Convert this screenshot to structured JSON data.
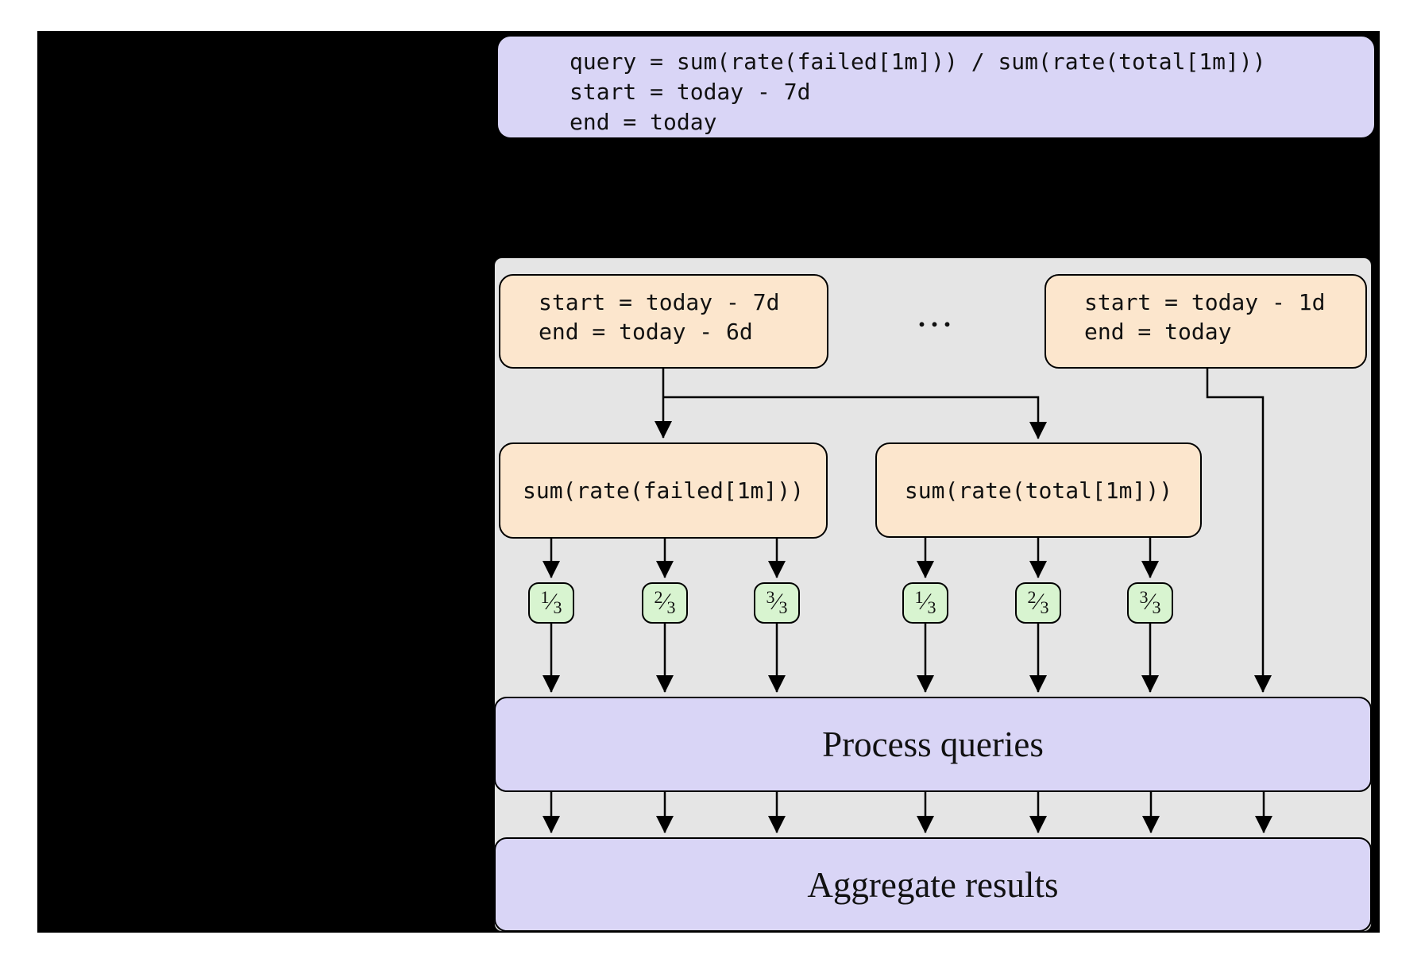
{
  "colors": {
    "backdrop": "#000000",
    "panel_bg": "#e5e5e5",
    "lavender": "#d9d5f6",
    "peach": "#fce6cd",
    "green": "#d8f4d0",
    "border": "#000000"
  },
  "code_box": {
    "lines": [
      "query = sum(rate(failed[1m])) / sum(rate(total[1m]))",
      "start = today - 7d",
      "end = today"
    ]
  },
  "panel": {
    "split_boxes": [
      {
        "lines": [
          "start = today - 7d",
          "end = today - 6d"
        ]
      },
      {
        "lines": [
          "start = today - 1d",
          "end = today"
        ]
      }
    ],
    "ellipsis": "...",
    "shard_boxes": [
      {
        "label": "sum(rate(failed[1m]))"
      },
      {
        "label": "sum(rate(total[1m]))"
      }
    ],
    "chips": [
      {
        "numerator": "1",
        "denominator": "3"
      },
      {
        "numerator": "2",
        "denominator": "3"
      },
      {
        "numerator": "3",
        "denominator": "3"
      },
      {
        "numerator": "1",
        "denominator": "3"
      },
      {
        "numerator": "2",
        "denominator": "3"
      },
      {
        "numerator": "3",
        "denominator": "3"
      }
    ],
    "process_bar": {
      "label": "Process queries"
    },
    "aggregate_bar": {
      "label": "Aggregate results"
    }
  }
}
